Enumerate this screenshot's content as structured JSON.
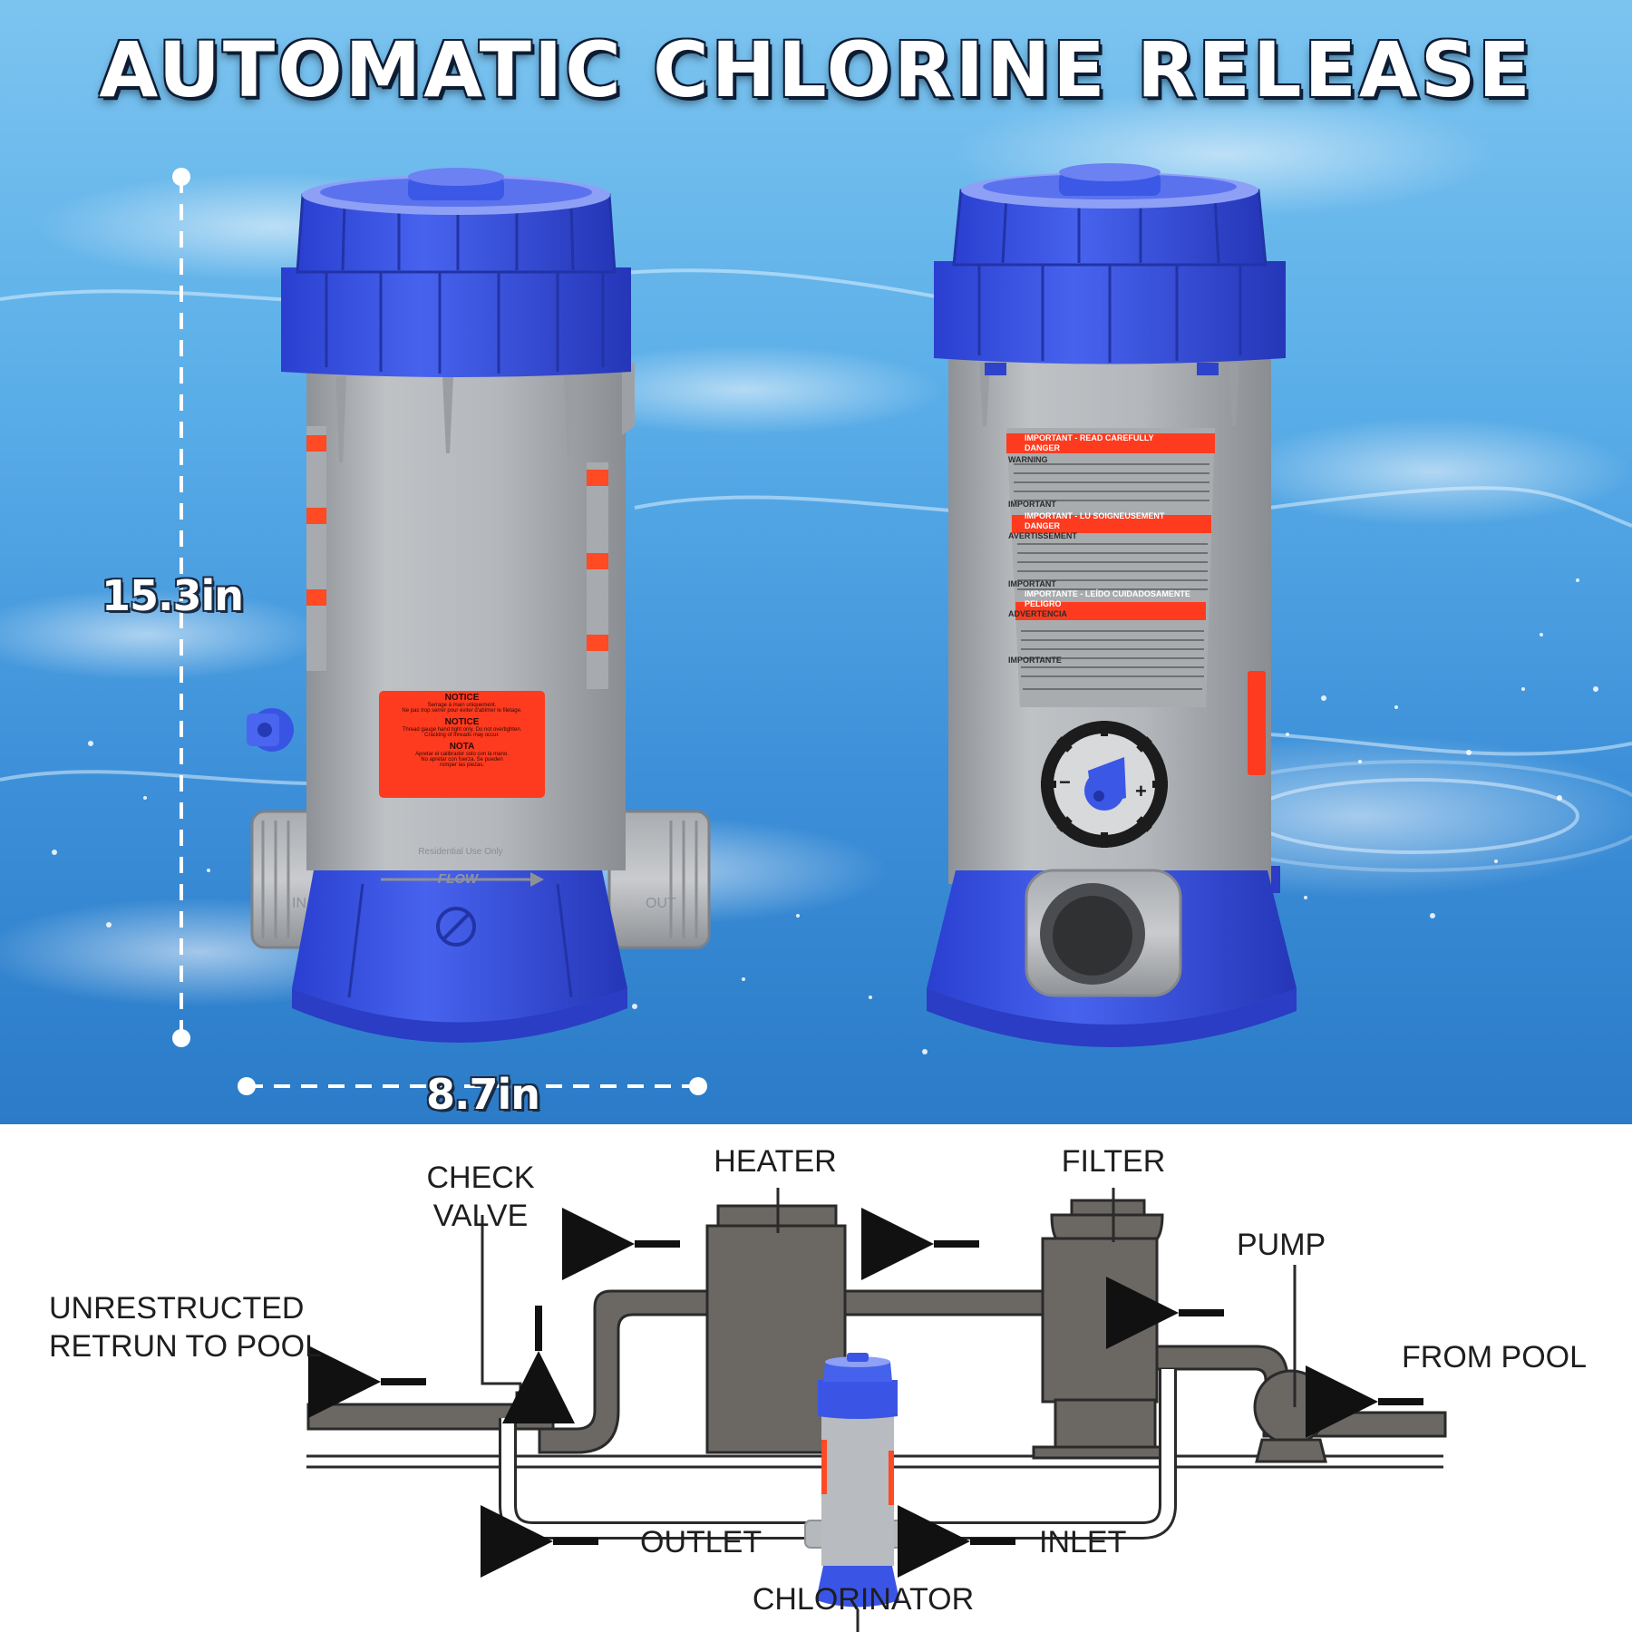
{
  "headline": "AUTOMATIC CHLORINE RELEASE",
  "dimensions": {
    "height": "15.3in",
    "width": "8.7in"
  },
  "product": {
    "notice_label": {
      "title": "NOTICE",
      "line1": "Serrage à main uniquement.",
      "line2": "Ne pas trop serrer pour éviter d'abîmer le filetage.",
      "notice2_title": "NOTICE",
      "notice2_line1": "Thread gauge hand tight only. Do not overtighten.",
      "notice2_line2": "Cracking of threads may occur.",
      "nota_title": "NOTA",
      "nota_line1": "Apretar el calibrador solo con la mano.",
      "nota_line2": "No apretar con fuerza. Se pueden",
      "nota_line3": "romper las piezas."
    },
    "residential_text": "Residential Use Only",
    "flow_text": "FLOW",
    "in_text": "IN",
    "out_text": "OUT",
    "warning_label": {
      "line1": "IMPORTANT - READ CAREFULLY",
      "line2": "DANGER",
      "line3": "WARNING",
      "line4": "IMPORTANT",
      "line5": "IMPORTANT - LU SOIGNEUSEMENT",
      "line6": "DANGER",
      "line7": "AVERTISSEMENT",
      "line8": "IMPORTANT",
      "line9": "IMPORTANTE - LEÍDO CUIDADOSAMENTE",
      "line10": "PELIGRO",
      "line11": "ADVERTENCIA",
      "line12": "IMPORTANTE"
    },
    "dial_minus": "−",
    "dial_plus": "+"
  },
  "diagram": {
    "heater": "HEATER",
    "filter": "FILTER",
    "check_valve_line1": "CHECK",
    "check_valve_line2": "VALVE",
    "pump": "PUMP",
    "return_line1": "UNRESTRUCTED",
    "return_line2": "RETRUN TO POOL",
    "from_pool": "FROM POOL",
    "outlet": "OUTLET",
    "inlet": "INLET",
    "chlorinator": "CHLORINATOR"
  },
  "colors": {
    "water_light": "#bfe6fb",
    "water_mid": "#5db3ea",
    "water_deep": "#1f78c8",
    "cap_blue": "#3a55e6",
    "cap_blue_dark": "#2638b8",
    "body_gray": "#b3b6ba",
    "label_red": "#ff3b1f",
    "diagram_gray": "#6b6864",
    "diagram_outline": "#2a2a2a"
  }
}
